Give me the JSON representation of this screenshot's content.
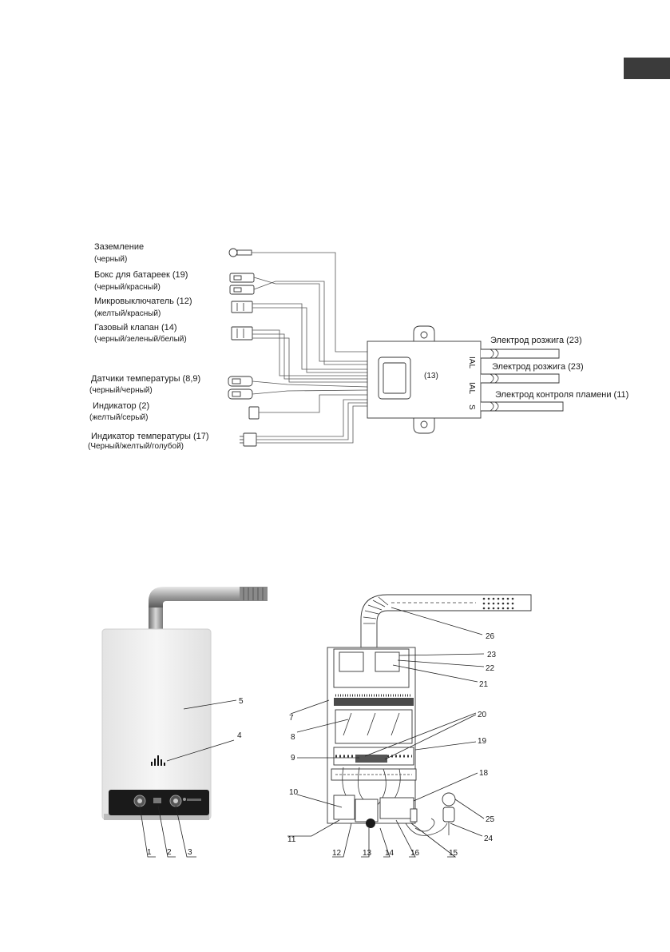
{
  "wiring": {
    "ground": {
      "title": "Заземление",
      "sub": "(черный)"
    },
    "battery": {
      "title": "Бокс для батареек (19)",
      "sub": "(черный/красный)"
    },
    "microswitch": {
      "title": "Микровыключатель (12)",
      "sub": "(желтый/красный)"
    },
    "gas_valve": {
      "title": "Газовый клапан  (14)",
      "sub": "(черный/зеленый/белый)"
    },
    "temp_sensors": {
      "title": "Датчики температуры (8,9)",
      "sub": "(черный/черный)"
    },
    "indicator": {
      "title": "Индикатор (2)",
      "sub": "(желтый/серый)"
    },
    "temp_indicator": {
      "title": "Индикатор температуры (17)",
      "sub": "(Черный/желтый/голубой)"
    },
    "control_box_label": "(13)",
    "electrode1": "Электрод розжига (23)",
    "electrode2": "Электрод розжига (23)",
    "electrode3": "Электрод контроля пламени (11)"
  },
  "heater_front": {
    "callouts": [
      "5",
      "4",
      "1",
      "2",
      "3"
    ]
  },
  "heater_internal": {
    "callouts": [
      "26",
      "23",
      "22",
      "21",
      "7",
      "20",
      "8",
      "19",
      "9",
      "18",
      "10",
      "25",
      "11",
      "24",
      "12",
      "13",
      "14",
      "16",
      "15"
    ]
  }
}
